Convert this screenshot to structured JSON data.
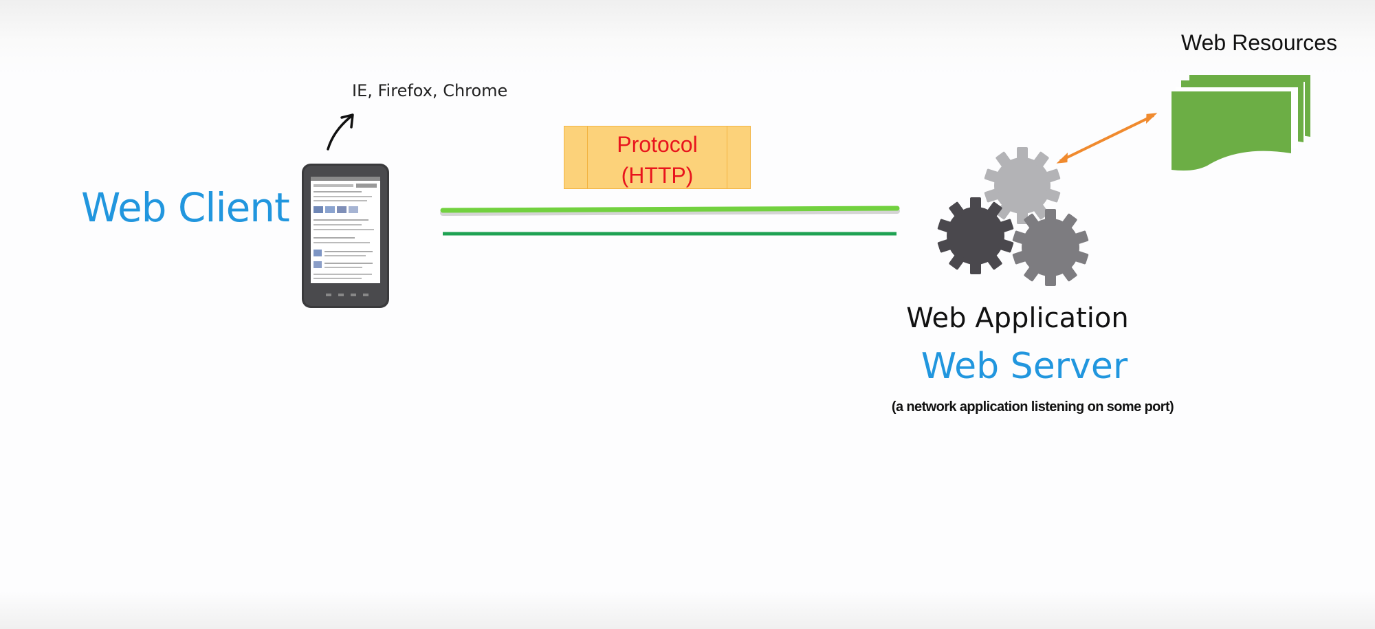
{
  "client": {
    "title": "Web Client",
    "browsers_note": "IE, Firefox, Chrome"
  },
  "protocol": {
    "line1": "Protocol",
    "line2": "(HTTP)"
  },
  "server": {
    "app_label": "Web Application",
    "server_label": "Web Server",
    "subtitle": "(a network application listening on some port)"
  },
  "resources": {
    "label": "Web Resources"
  },
  "colors": {
    "client_blue": "#2196de",
    "protocol_red": "#e8141d",
    "protocol_fill": "#fcd27a",
    "connection_light": "#72d13f",
    "connection_dark": "#1fa253",
    "arrow_orange": "#f08a2e",
    "resource_green": "#6cae45"
  }
}
